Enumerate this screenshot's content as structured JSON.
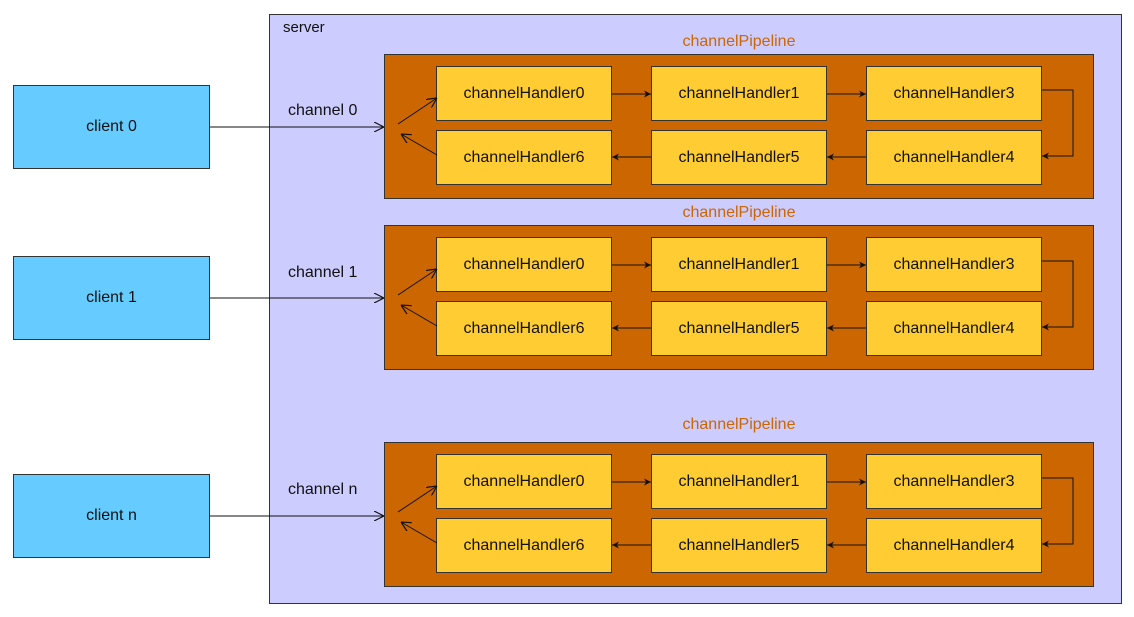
{
  "server": {
    "label": "server"
  },
  "clients": [
    {
      "label": "client 0"
    },
    {
      "label": "client 1"
    },
    {
      "label": "client n"
    }
  ],
  "channels": [
    {
      "label": "channel 0"
    },
    {
      "label": "channel 1"
    },
    {
      "label": "channel n"
    }
  ],
  "pipelines": [
    {
      "label": "channelPipeline",
      "handlers": [
        "channelHandler0",
        "channelHandler1",
        "channelHandler3",
        "channelHandler6",
        "channelHandler5",
        "channelHandler4"
      ]
    },
    {
      "label": "channelPipeline",
      "handlers": [
        "channelHandler0",
        "channelHandler1",
        "channelHandler3",
        "channelHandler6",
        "channelHandler5",
        "channelHandler4"
      ]
    },
    {
      "label": "channelPipeline",
      "handlers": [
        "channelHandler0",
        "channelHandler1",
        "channelHandler3",
        "channelHandler6",
        "channelHandler5",
        "channelHandler4"
      ]
    }
  ],
  "colors": {
    "server_bg": "#ccccff",
    "client_bg": "#66ccff",
    "pipeline_bg": "#cc6600",
    "pipeline_label": "#cc6600",
    "handler_bg": "#ffcc33"
  }
}
